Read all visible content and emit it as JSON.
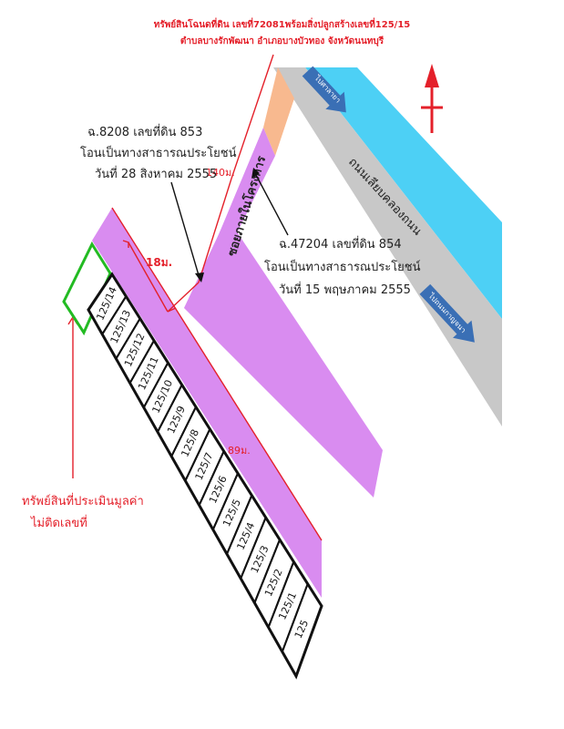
{
  "header": {
    "line1": "ทรัพย์สินโฉนดที่ดิน เลขที่72081พร้อมสิ่งปลูกสร้างเลขที่125/15",
    "line2": "ตำบลบางรักพัฒนา อำเภอบางบัวทอง จังหวัดนนทบุรี"
  },
  "roads": {
    "main_road": "ถนนเลียบคลองถนน",
    "soi": "ซอยภายในโครงการ"
  },
  "directions": {
    "top": "ไปศาลายา",
    "bottom": "ไปถนนกาญจนา"
  },
  "parcels": {
    "parcel_853": [
      "ฉ.8208 เลขที่ดิน 853",
      "โอนเป็นทางสาธารณประโยชน์",
      "วันที่ 28 สิงหาคม 2555"
    ],
    "parcel_854": [
      "ฉ.47204 เลขที่ดิน 854",
      "โอนเป็นทางสาธารณประโยชน์",
      "วันที่ 15 พฤษภาคม 2555"
    ]
  },
  "distances": {
    "d140": "140ม.",
    "d18": "18ม.",
    "d89": "89ม."
  },
  "subject": {
    "line1": "ทรัพย์สินที่ประเมินมูลค่า",
    "line2": "ไม่ติดเลขที่"
  },
  "units": [
    "125/14",
    "125/13",
    "125/12",
    "125/11",
    "125/10",
    "125/9",
    "125/8",
    "125/7",
    "125/6",
    "125/5",
    "125/4",
    "125/3",
    "125/2",
    "125/1",
    "125"
  ],
  "colors": {
    "red": "#e4202a",
    "cyan": "#4dd0f5",
    "gray": "#c8c8c8",
    "purple": "#d98cf0",
    "salmon": "#f8b98f",
    "arrow_blue": "#3a6fb5",
    "green": "#22bb22"
  }
}
